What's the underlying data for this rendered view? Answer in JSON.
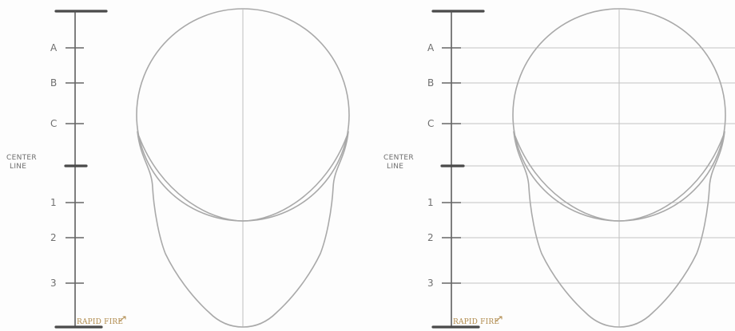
{
  "panels": [
    {
      "ruler_labels": [
        "A",
        "B",
        "C",
        "1",
        "2",
        "3"
      ],
      "center_label": [
        "CENTER",
        "LINE"
      ],
      "brand": "RAPID FIRE"
    },
    {
      "ruler_labels": [
        "A",
        "B",
        "C",
        "1",
        "2",
        "3"
      ],
      "center_label": [
        "CENTER",
        "LINE"
      ],
      "brand": "RAPID FIRE"
    }
  ],
  "colors": {
    "pencil": "#a9a9a9",
    "guide": "#c4c4c4",
    "ruler": "#555555",
    "brand": "#b08a4c"
  }
}
